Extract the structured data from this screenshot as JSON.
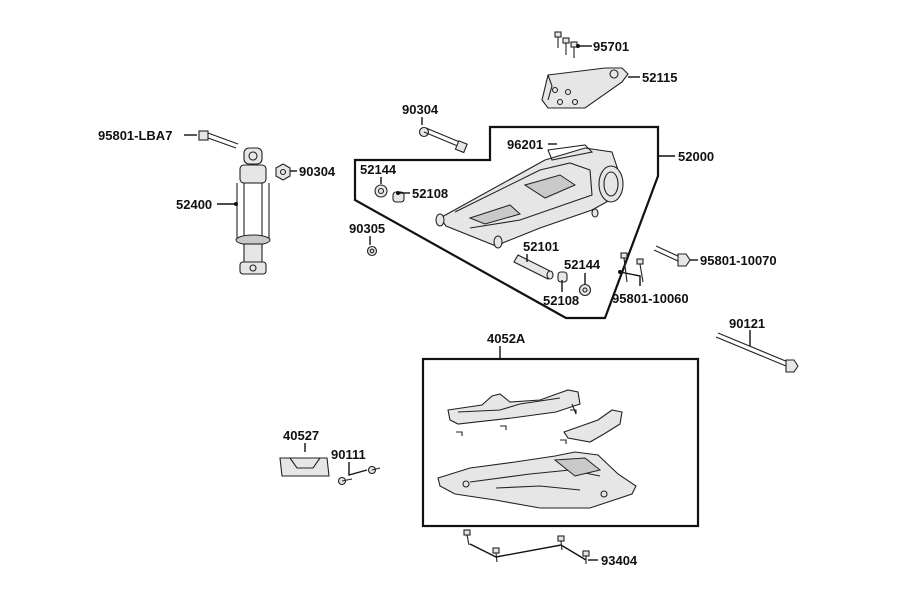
{
  "labels": {
    "p95701": "95701",
    "p52115": "52115",
    "p90304a": "90304",
    "p95801lba7": "95801-LBA7",
    "p96201": "96201",
    "p52000": "52000",
    "p90304b": "90304",
    "p52144a": "52144",
    "p52108a": "52108",
    "p52400": "52400",
    "p90305": "90305",
    "p52101": "52101",
    "p52144b": "52144",
    "p95801_10070": "95801-10070",
    "p52108b": "52108",
    "p95801_10060": "95801-10060",
    "p90121": "90121",
    "p4052a": "4052A",
    "p40527": "40527",
    "p90111": "90111",
    "p93404": "93404"
  }
}
